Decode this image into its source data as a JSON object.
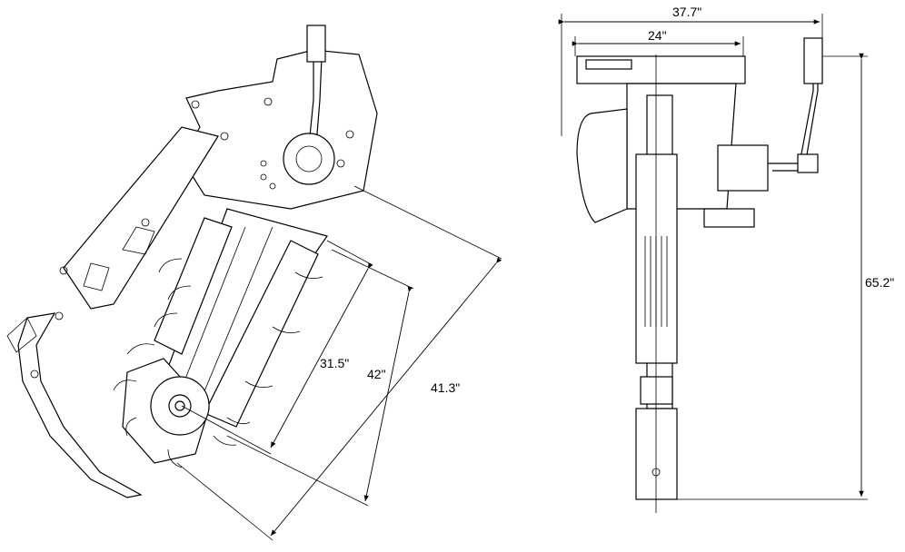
{
  "side_view": {
    "dimensions": {
      "boom_depth": "31.5\"",
      "chain_length": "42\"",
      "overall_length": "41.3\""
    }
  },
  "rear_view": {
    "dimensions": {
      "overall_width": "37.7\"",
      "mount_width": "24\"",
      "overall_height": "65.2\""
    }
  }
}
